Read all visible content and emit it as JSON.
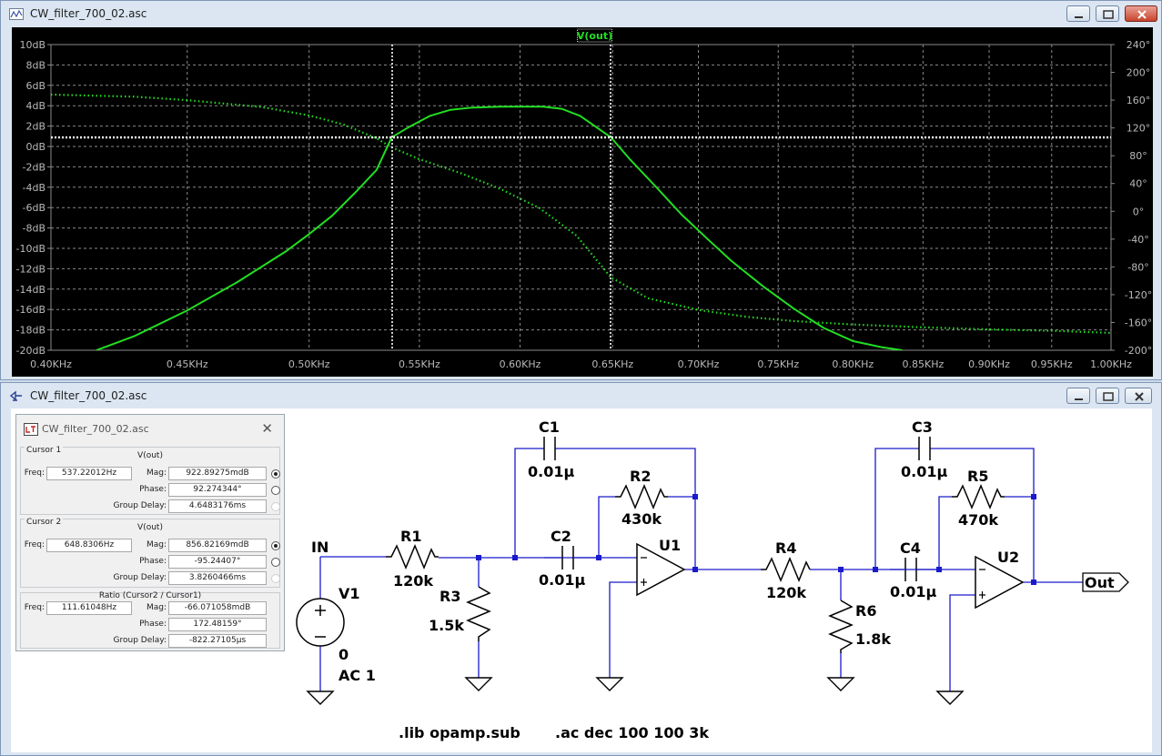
{
  "plot_window": {
    "title": "CW_filter_700_02.asc"
  },
  "schematic_window": {
    "title": "CW_filter_700_02.asc"
  },
  "chart_data": {
    "type": "line",
    "trace_name": "V(out)",
    "x_scale": "log",
    "xlim": [
      400,
      1000
    ],
    "x_ticks": [
      400,
      450,
      500,
      550,
      600,
      650,
      700,
      750,
      800,
      850,
      900,
      950,
      1000
    ],
    "x_tick_labels": [
      "0.40KHz",
      "0.45KHz",
      "0.50KHz",
      "0.55KHz",
      "0.60KHz",
      "0.65KHz",
      "0.70KHz",
      "0.75KHz",
      "0.80KHz",
      "0.85KHz",
      "0.90KHz",
      "0.95KHz",
      "1.00KHz"
    ],
    "y_left_lim": [
      -20,
      10
    ],
    "y_left_ticks": [
      10,
      8,
      6,
      4,
      2,
      0,
      -2,
      -4,
      -6,
      -8,
      -10,
      -12,
      -14,
      -16,
      -18,
      -20
    ],
    "y_left_tick_labels": [
      "10dB",
      "8dB",
      "6dB",
      "4dB",
      "2dB",
      "0dB",
      "-2dB",
      "-4dB",
      "-6dB",
      "-8dB",
      "-10dB",
      "-12dB",
      "-14dB",
      "-16dB",
      "-18dB",
      "-20dB"
    ],
    "y_right_lim": [
      -200,
      240
    ],
    "y_right_ticks": [
      240,
      200,
      160,
      120,
      80,
      40,
      0,
      -40,
      -80,
      -120,
      -160,
      -200
    ],
    "y_right_tick_labels": [
      "240°",
      "200°",
      "160°",
      "120°",
      "80°",
      "40°",
      "0°",
      "-40°",
      "-80°",
      "-120°",
      "-160°",
      "-200°"
    ],
    "grid": true,
    "magnitude_db": {
      "x": [
        416,
        430,
        450,
        470,
        490,
        500,
        510,
        520,
        530,
        537,
        545,
        555,
        565,
        575,
        590,
        600,
        612,
        622,
        632,
        640,
        649,
        660,
        675,
        690,
        705,
        720,
        740,
        760,
        780,
        800,
        820,
        835
      ],
      "y": [
        -20,
        -18.6,
        -16.1,
        -13.3,
        -10.3,
        -8.6,
        -6.8,
        -4.6,
        -2.3,
        0.9,
        1.9,
        3.0,
        3.6,
        3.8,
        3.9,
        3.9,
        3.9,
        3.7,
        3.0,
        2.0,
        0.9,
        -1.3,
        -4.0,
        -6.7,
        -9.0,
        -11.2,
        -13.7,
        -15.9,
        -17.8,
        -19.1,
        -19.7,
        -20
      ]
    },
    "phase_deg": {
      "x": [
        400,
        430,
        450,
        480,
        500,
        515,
        530,
        537,
        550,
        570,
        590,
        610,
        630,
        649,
        670,
        700,
        730,
        760,
        800,
        850,
        900,
        950,
        1000
      ],
      "y": [
        168,
        165,
        160,
        150,
        138,
        125,
        105,
        92,
        75,
        55,
        32,
        5,
        -35,
        -95,
        -125,
        -142,
        -152,
        -158,
        -163,
        -167,
        -170,
        -172,
        -175
      ]
    },
    "cursor1": {
      "freq": 537.22,
      "mag_db": 0.923
    },
    "cursor2": {
      "freq": 648.83,
      "mag_db": 0.857
    }
  },
  "cursor_panel": {
    "title": "CW_filter_700_02.asc",
    "cursor1": {
      "title": "Cursor 1",
      "trace": "V(out)",
      "freq_label": "Freq:",
      "freq": "537.22012Hz",
      "mag_label": "Mag:",
      "mag": "922.89275mdB",
      "phase_label": "Phase:",
      "phase": "92.274344°",
      "gd_label": "Group Delay:",
      "gd": "4.6483176ms"
    },
    "cursor2": {
      "title": "Cursor 2",
      "trace": "V(out)",
      "freq_label": "Freq:",
      "freq": "648.8306Hz",
      "mag_label": "Mag:",
      "mag": "856.82169mdB",
      "phase_label": "Phase:",
      "phase": "-95.24407°",
      "gd_label": "Group Delay:",
      "gd": "3.8260466ms"
    },
    "ratio": {
      "title": "Ratio (Cursor2 / Cursor1)",
      "freq_label": "Freq:",
      "freq": "111.61048Hz",
      "mag_label": "Mag:",
      "mag": "-66.071058mdB",
      "phase_label": "Phase:",
      "phase": "172.48159°",
      "gd_label": "Group Delay:",
      "gd": "-822.27105µs"
    }
  },
  "schematic": {
    "labels": {
      "in": "IN",
      "out": "Out",
      "v1": "V1",
      "v1_val1": "0",
      "v1_val2": "AC 1",
      "r1": "R1",
      "r1_val": "120k",
      "r3": "R3",
      "r3_val": "1.5k",
      "c1": "C1",
      "c1_val": "0.01µ",
      "c2": "C2",
      "c2_val": "0.01µ",
      "r2": "R2",
      "r2_val": "430k",
      "u1": "U1",
      "r4": "R4",
      "r4_val": "120k",
      "r6": "R6",
      "r6_val": "1.8k",
      "c3": "C3",
      "c3_val": "0.01µ",
      "c4": "C4",
      "c4_val": "0.01µ",
      "r5": "R5",
      "r5_val": "470k",
      "u2": "U2",
      "lib": ".lib opamp.sub",
      "ac": ".ac dec 100 100 3k"
    }
  },
  "colors": {
    "trace": "#22dd22",
    "plot_bg": "#000000",
    "grid": "#8a8a8a",
    "wire": "#1a1acc",
    "node": "#1a1acc",
    "text": "#000000",
    "window_frame": "#dbe6f2"
  }
}
